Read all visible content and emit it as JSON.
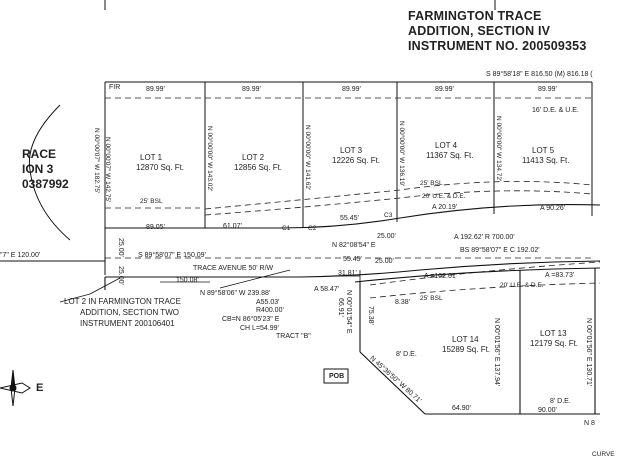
{
  "header": {
    "title_line1": "FARMINGTON TRACE",
    "title_line2": "ADDITION, SECTION IV",
    "title_line3": "INSTRUMENT NO. 200509353"
  },
  "left_partial": {
    "line1": "RACE",
    "line2": "ION 3",
    "line3": "0387992",
    "bearing_left": "\"7\" E 120.00'"
  },
  "top_bearing": "S 89°58'18\" E 816.50 (M) 816.18 (",
  "fir": "FIR",
  "top_dims": [
    "89.99'",
    "89.99'",
    "89.99'",
    "89.99'",
    "89.99'"
  ],
  "easement_top": "16' D.E. & U.E.",
  "lots_top": [
    {
      "name": "LOT 1",
      "area": "12870 Sq. Ft."
    },
    {
      "name": "LOT 2",
      "area": "12856 Sq. Ft."
    },
    {
      "name": "LOT 3",
      "area": "12226 Sq. Ft."
    },
    {
      "name": "LOT 4",
      "area": "11367 Sq. Ft."
    },
    {
      "name": "LOT 5",
      "area": "11413 Sq. Ft."
    }
  ],
  "lot_side_bearings": [
    "N 00°00'07\" W 142.75'",
    "N 00°00'00\" W 143.02'",
    "N 00°00'00\" W 141.62'",
    "N 00°00'00\" W 136.19'",
    "N 00°00'00\" W 134.72'"
  ],
  "left_bearing": "N 00°00'07\" W 182.75'",
  "bsl_25_a": "25' BSL",
  "bsl_25_b": "25' BSL",
  "ue_de": "20' U.E. & D.E.",
  "bottom_dims_top": [
    "89.05'",
    "61.07'",
    "55.45'"
  ],
  "curve_labels": [
    "C1",
    "C2",
    "C3"
  ],
  "arc_a90": "A 90.26'",
  "arc_a20": "A 20.19'",
  "dim_25": [
    "25.00'",
    "25.00'",
    "25.00'",
    "25.00'"
  ],
  "road": {
    "bearing_upper": "S 89°58'07\" E 150.09'",
    "bearing_mid": "N 82°08'54\" E",
    "arc_700": "A 192.62' R 700.00'",
    "bs_line": "BS 89°58'07\" E C 192.02'",
    "name": "TRACE AVENUE 50' R/W",
    "dim_55": "55.45'"
  },
  "lower": {
    "dim_150": "150.08'",
    "dim_31": "31.81'",
    "a58": "A 58.47'",
    "bearing_n89": "N 89°58'06\" W 239.88'",
    "a55": "A55.03'",
    "r400": "R400.00'",
    "cb": "CB=N 86°05'23\" E",
    "ch": "CH L=54.99'",
    "a102": "A =102.01'",
    "a83": "A =83.73'",
    "dim_8": "8.38'",
    "tract": "TRACT \"B\"",
    "n00_01": "N 00°01'54\" E",
    "d66": "66.91'",
    "d75": "75.38'",
    "n45": "N 45°36'50\" W 80.71'",
    "de8": "8' D.E.",
    "de8b": "8' D.E.",
    "n00_lot14": "N 00°01'56\" E 137.94'",
    "n00_lot13": "N 00°01'56\" E 130.71'",
    "d64": "64.90'",
    "d90": "90.00'",
    "n8": "N 8"
  },
  "lots_bottom": [
    {
      "name": "LOT 14",
      "area": "15289 Sq. Ft."
    },
    {
      "name": "LOT 13",
      "area": "12179 Sq. Ft."
    }
  ],
  "callout": {
    "line1": "LOT 2 IN FARMINGTON TRACE",
    "line2": "ADDITION, SECTION TWO",
    "line3": "INSTRUMENT 200106401"
  },
  "pob": "POB",
  "compass": "E",
  "corner_text": "CURVE"
}
